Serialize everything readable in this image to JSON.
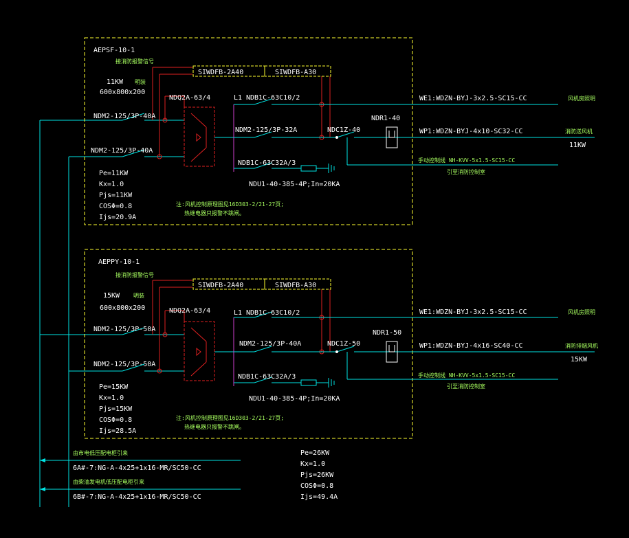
{
  "colors": {
    "background": "#000000",
    "feeder": "#00e5e5",
    "control": "#e02020",
    "load": "#00ff00",
    "panel_border": "#ffff30",
    "magenta": "#d040d0",
    "text": "#ffffff",
    "note": "#6cff6c"
  },
  "panel_top": {
    "name": "AEPSF-10-1",
    "fire_signal": "接消防报警信号",
    "siwdfb1": "SIWDFB-2A40",
    "siwdfb2": "SIWDFB-A30",
    "power": "11KW",
    "cabinet": "明装",
    "size": "600x800x200",
    "ats": "NDQ2A-63/4",
    "breaker_main1": "NDM2-125/3P-40A",
    "breaker_main2": "NDM2-125/3P-40A",
    "l1": "L1",
    "br1": "NDB1C-63C10/2",
    "br2": "NDM2-125/3P-32A",
    "br3": "NDB1C-63C32A/3",
    "contactor": "NDC1Z-40",
    "relay": "NDR1-40",
    "spd": "NDU1-40-385-4P;In=20KA",
    "out1": "WE1:WDZN-BYJ-3x2.5-SC15-CC",
    "out1_dest": "风机房照明",
    "out2": "WP1:WDZN-BYJ-4x10-SC32-CC",
    "out2_dest": "消防送风机",
    "out2_power": "11KW",
    "out3": "手动控制线 NH-KVV-5x1.5-SC15-CC",
    "out3_dest": "引至消防控制室",
    "pe": "Pe=11KW",
    "kx": "Kx=1.0",
    "pjs": "Pjs=11KW",
    "cos": "COSΦ=0.8",
    "ijs": "Ijs=20.9A",
    "note1": "注:风机控制原理图见16D303-2/21-27页;",
    "note2": "热继电器只报警不跳闸。"
  },
  "panel_bottom": {
    "name": "AEPPY-10-1",
    "fire_signal": "接消防报警信号",
    "siwdfb1": "SIWDFB-2A40",
    "siwdfb2": "SIWDFB-A30",
    "power": "15KW",
    "cabinet": "明装",
    "size": "600x800x200",
    "ats": "NDQ2A-63/4",
    "breaker_main1": "NDM2-125/3P-50A",
    "breaker_main2": "NDM2-125/3P-50A",
    "l1": "L1",
    "br1": "NDB1C-63C10/2",
    "br2": "NDM2-125/3P-40A",
    "br3": "NDB1C-63C32A/3",
    "contactor": "NDC1Z-50",
    "relay": "NDR1-50",
    "spd": "NDU1-40-385-4P;In=20KA",
    "out1": "WE1:WDZN-BYJ-3x2.5-SC15-CC",
    "out1_dest": "风机房照明",
    "out2": "WP1:WDZN-BYJ-4x16-SC40-CC",
    "out2_dest": "消防排烟风机",
    "out2_power": "15KW",
    "out3": "手动控制线 NH-KVV-5x1.5-SC15-CC",
    "out3_dest": "引至消防控制室",
    "pe": "Pe=15KW",
    "kx": "Kx=1.0",
    "pjs": "Pjs=15KW",
    "cos": "COSΦ=0.8",
    "ijs": "Ijs=28.5A",
    "note1": "注:风机控制原理图见16D303-2/21-27页;",
    "note2": "热继电器只报警不跳闸。"
  },
  "feeders": {
    "f1_label": "由市电低压配电柜引来",
    "f1_cable": "6A#-7:NG-A-4x25+1x16-MR/SC50-CC",
    "f2_label": "由柴油发电机低压配电柜引来",
    "f2_cable": "6B#-7:NG-A-4x25+1x16-MR/SC50-CC"
  },
  "totals": {
    "pe": "Pe=26KW",
    "kx": "Kx=1.0",
    "pjs": "Pjs=26KW",
    "cos": "COSΦ=0.8",
    "ijs": "Ijs=49.4A"
  }
}
